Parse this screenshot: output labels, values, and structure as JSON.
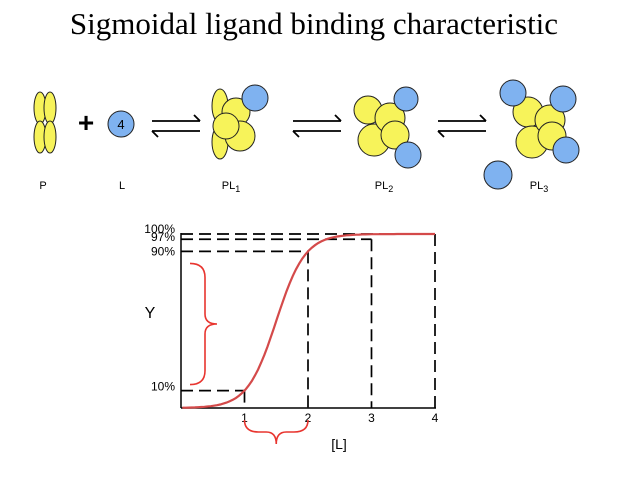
{
  "title": "Sigmoidal ligand binding characteristic",
  "scheme": {
    "labels": {
      "protein": "P",
      "ligand": "L",
      "pl1": "PL",
      "pl1_sub": "1",
      "pl2": "PL",
      "pl2_sub": "2",
      "pl3": "PL",
      "pl3_sub": "3"
    },
    "ligand_count": "4",
    "plus_sign": "+",
    "protein_color": "#f7f35a",
    "ligand_color": "#7fb2f0"
  },
  "chart_data": {
    "type": "line",
    "ylabel": "Y",
    "xlabel": "[L]",
    "x_ticks": [
      "1",
      "2",
      "3",
      "4"
    ],
    "y_ticks": [
      "10%",
      "90%",
      "97%",
      "100%"
    ],
    "reference_points": [
      {
        "x": 1,
        "y": 10
      },
      {
        "x": 2,
        "y": 90
      },
      {
        "x": 3,
        "y": 97
      },
      {
        "x": 4,
        "y": 100
      }
    ],
    "curve_color": "#d44a4a",
    "bracket_color": "#e8352f"
  }
}
